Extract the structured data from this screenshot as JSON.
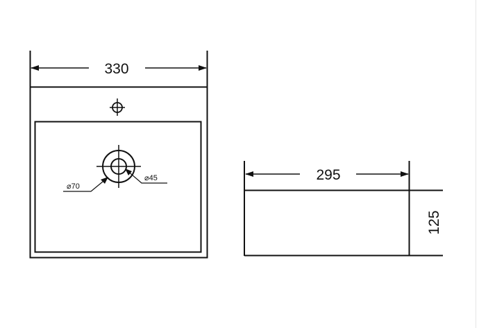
{
  "top_view": {
    "width_label": "330",
    "drain_outer_label": "⌀70",
    "drain_inner_label": "⌀45"
  },
  "side_view": {
    "width_label": "295",
    "height_label": "125"
  },
  "colors": {
    "line": "#111111",
    "background": "#ffffff"
  }
}
